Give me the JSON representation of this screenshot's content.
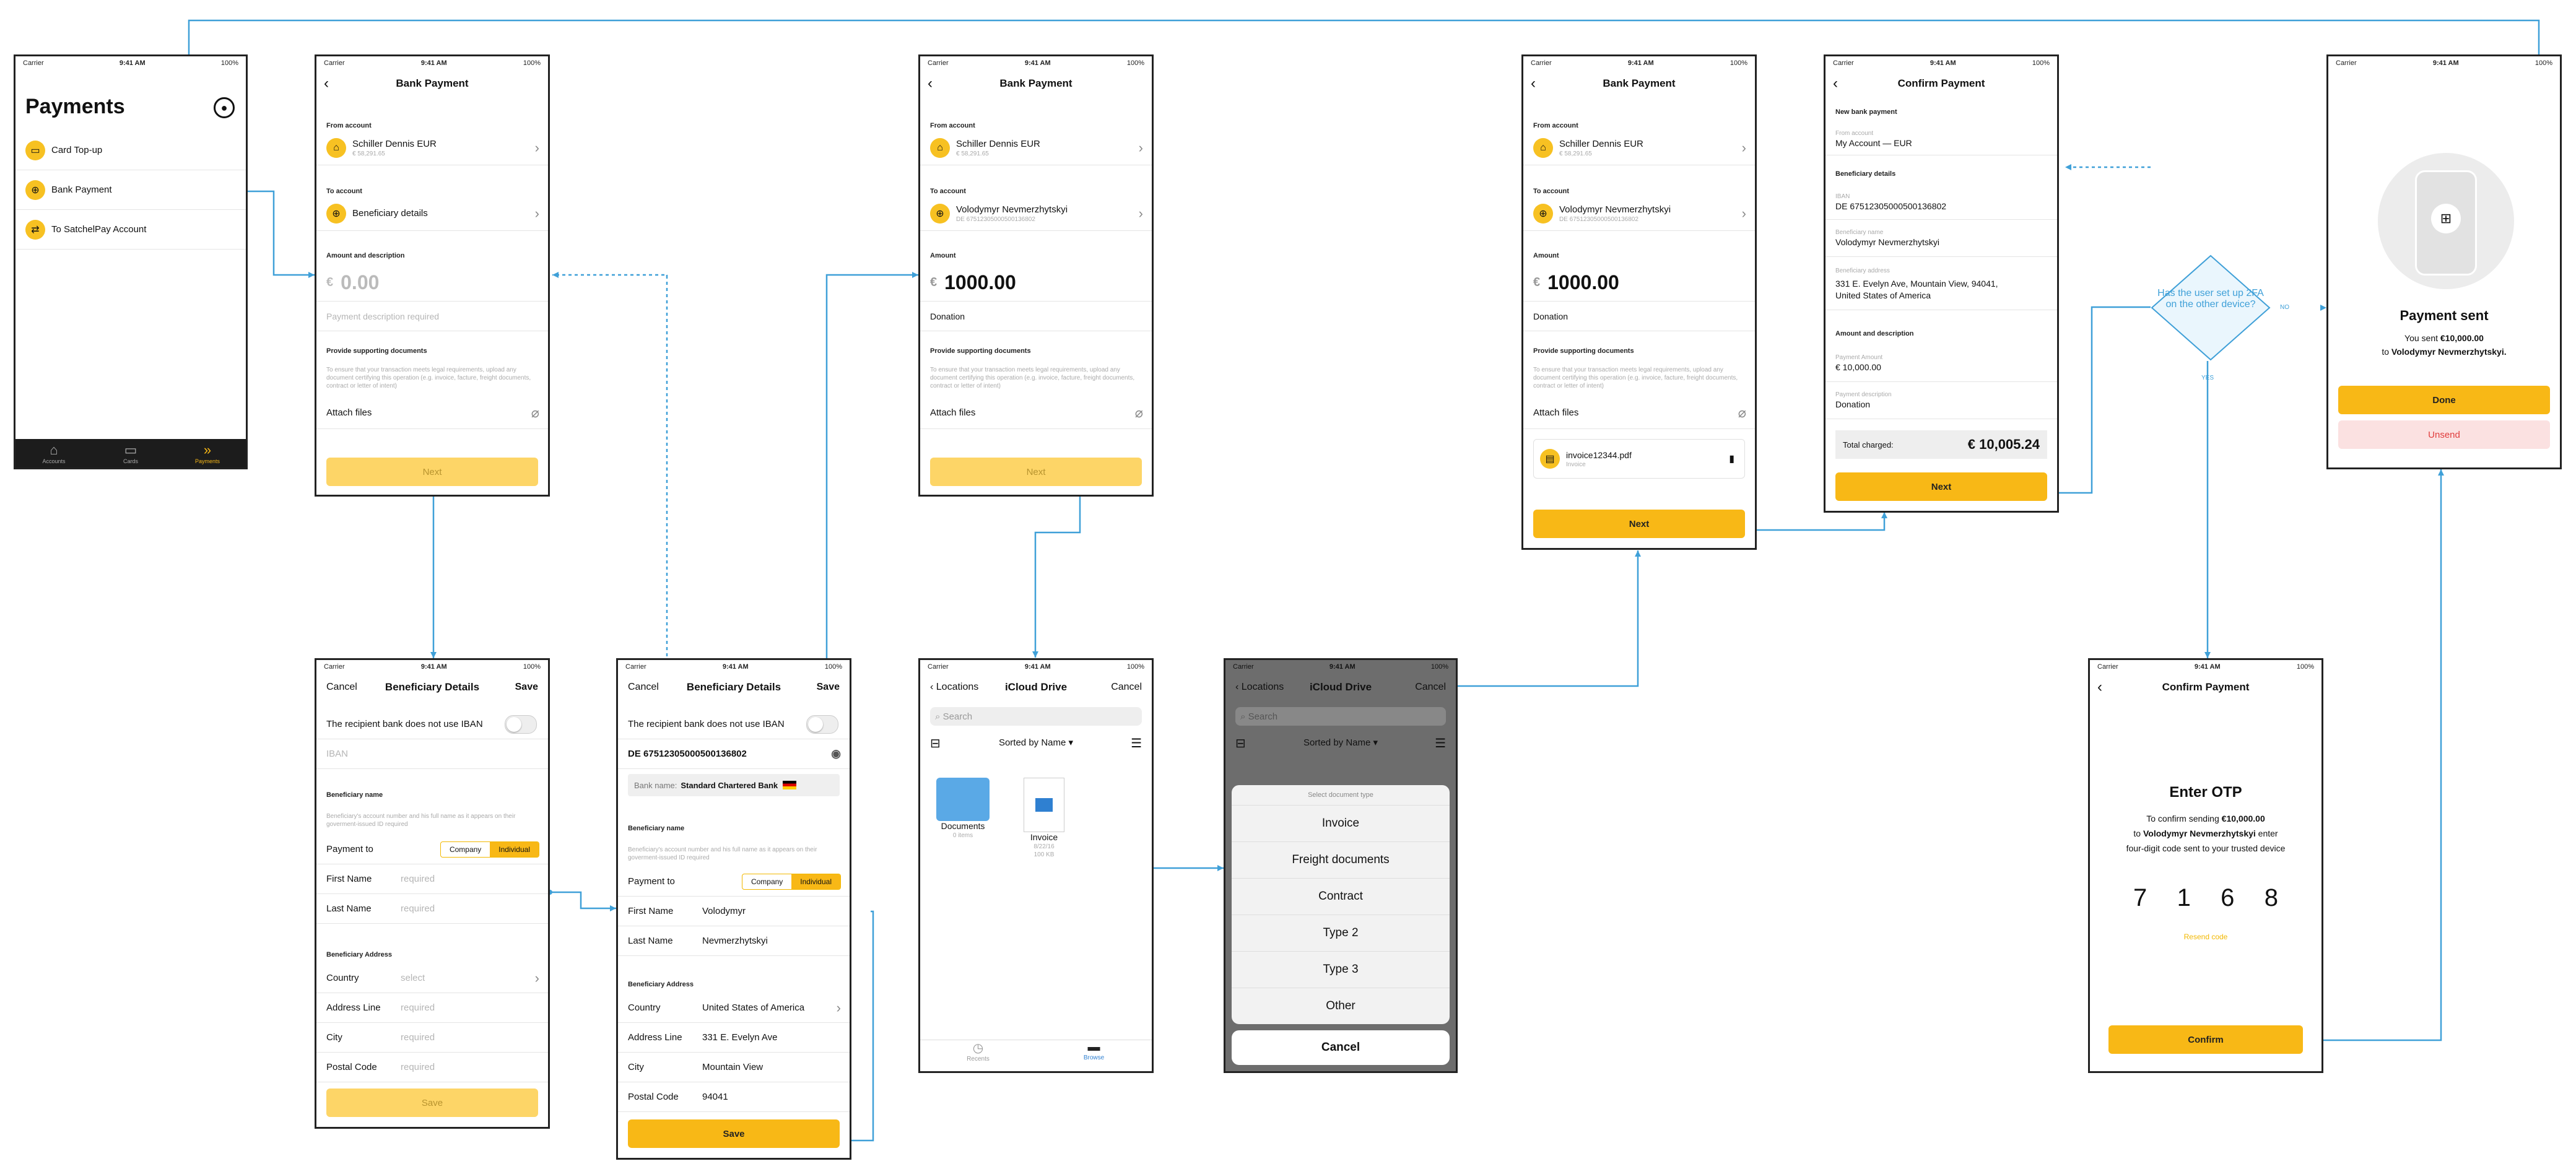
{
  "status": {
    "carrier": "Carrier",
    "time": "9:41 AM",
    "battery": "100%"
  },
  "s1": {
    "title": "Payments",
    "items": [
      "Card Top-up",
      "Bank Payment",
      "To SatchelPay Account"
    ],
    "tabs": [
      "Accounts",
      "Cards",
      "Payments"
    ]
  },
  "s2": {
    "title": "Bank Payment",
    "from_sec": "From account",
    "from_name": "Schiller Dennis EUR",
    "from_bal": "€ 58,291.65",
    "to_sec": "To account",
    "to_name": "Beneficiary details",
    "amt_sec": "Amount and description",
    "amount": "0.00",
    "desc_ph": "Payment description required",
    "docs_sec": "Provide supporting documents",
    "docs_text": "To ensure that your transaction meets legal requirements, upload any document certifying this operation (e.g. invoice, facture, freight documents, contract or letter of intent)",
    "attach": "Attach files",
    "next": "Next",
    "currency": "€"
  },
  "s3": {
    "title": "Bank Payment",
    "from_sec": "From account",
    "from_name": "Schiller Dennis EUR",
    "from_bal": "€ 58,291.65",
    "to_sec": "To account",
    "to_name": "Volodymyr Nevmerzhytskyi",
    "to_iban": "DE 67512305000500136802",
    "amt_sec": "Amount",
    "amount": "1000.00",
    "desc": "Donation",
    "docs_sec": "Provide supporting documents",
    "docs_text": "To ensure that your transaction meets legal requirements, upload any document certifying this operation (e.g. invoice, facture, freight documents, contract or letter of intent)",
    "attach": "Attach files",
    "next": "Next",
    "currency": "€"
  },
  "s4": {
    "title": "Bank Payment",
    "from_sec": "From account",
    "from_name": "Schiller Dennis EUR",
    "from_bal": "€ 58,291.65",
    "to_sec": "To account",
    "to_name": "Volodymyr Nevmerzhytskyi",
    "to_iban": "DE 67512305000500136802",
    "amt_sec": "Amount",
    "amount": "1000.00",
    "desc": "Donation",
    "docs_sec": "Provide supporting documents",
    "docs_text": "To ensure that your transaction meets legal requirements, upload any document certifying this operation (e.g. invoice, facture, freight documents, contract or letter of intent)",
    "attach": "Attach files",
    "file_name": "invoice12344.pdf",
    "file_type": "Invoice",
    "next": "Next",
    "currency": "€"
  },
  "s5": {
    "title": "Confirm Payment",
    "new_sec": "New bank payment",
    "from_lbl": "From account",
    "from_val": "My Account — EUR",
    "ben_sec": "Beneficiary details",
    "iban_lbl": "IBAN",
    "iban_val": "DE 67512305000500136802",
    "bname_lbl": "Beneficiary name",
    "bname_val": "Volodymyr Nevmerzhytskyi",
    "baddr_lbl": "Beneficiary address",
    "baddr_val": "331 E. Evelyn Ave, Mountain View, 94041, United States of America",
    "amt_sec": "Amount and description",
    "pamt_lbl": "Payment Amount",
    "pamt_val": "€ 10,000.00",
    "pdesc_lbl": "Payment description",
    "pdesc_val": "Donation",
    "total_lbl": "Total charged:",
    "total_val": "€ 10,005.24",
    "next": "Next"
  },
  "s6": {
    "title": "Payment sent",
    "line1": "You sent ",
    "amount": "€10,000.00",
    "line2": "to ",
    "name": "Volodymyr Nevmerzhytskyi.",
    "done": "Done",
    "unsend": "Unsend"
  },
  "s7": {
    "cancel": "Cancel",
    "title": "Beneficiary Details",
    "save": "Save",
    "noiban": "The recipient bank does not use IBAN",
    "iban_ph": "IBAN",
    "name_sec": "Beneficiary name",
    "name_text": "Beneficiary's account number and his full name as it appears on their goverment-issued ID required",
    "payto": "Payment to",
    "company": "Company",
    "individual": "Individual",
    "first": "First Name",
    "last": "Last Name",
    "required": "required",
    "addr_sec": "Beneficiary Address",
    "country": "Country",
    "select": "select",
    "addrline": "Address Line",
    "city": "City",
    "postal": "Postal Code",
    "save_btn": "Save"
  },
  "s8": {
    "cancel": "Cancel",
    "title": "Beneficiary Details",
    "save": "Save",
    "noiban": "The recipient bank does not use IBAN",
    "iban": "DE 67512305000500136802",
    "bank_lbl": "Bank name:",
    "bank": "Standard Chartered Bank",
    "name_sec": "Beneficiary name",
    "name_text": "Beneficiary's account number and his full name as it appears on their goverment-issued ID required",
    "payto": "Payment to",
    "company": "Company",
    "individual": "Individual",
    "first": "First Name",
    "first_val": "Volodymyr",
    "last": "Last Name",
    "last_val": "Nevmerzhytskyi",
    "addr_sec": "Beneficiary Address",
    "country": "Country",
    "country_val": "United States of America",
    "addrline": "Address Line",
    "addr_val": "331 E. Evelyn Ave",
    "city": "City",
    "city_val": "Mountain View",
    "postal": "Postal Code",
    "postal_val": "94041",
    "save_btn": "Save"
  },
  "s9": {
    "back": "Locations",
    "title": "iCloud Drive",
    "cancel": "Cancel",
    "search": "Search",
    "sort": "Sorted by Name",
    "folder": "Documents",
    "folder_sub": "0 items",
    "file": "Invoice",
    "file_date": "8/22/16",
    "file_size": "100 KB",
    "tab1": "Recents",
    "tab2": "Browse"
  },
  "s10": {
    "back": "Locations",
    "title": "iCloud Drive",
    "cancel": "Cancel",
    "search": "Search",
    "sort": "Sorted by Name",
    "sheet_title": "Select document type",
    "types": [
      "Invoice",
      "Freight documents",
      "Contract",
      "Type 2",
      "Type 3",
      "Other"
    ],
    "sheet_cancel": "Cancel"
  },
  "s11": {
    "title": "Confirm Payment",
    "heading": "Enter OTP",
    "l1": "To confirm sending ",
    "amount": "€10,000.00",
    "l2": "to ",
    "name": "Volodymyr Nevmerzhytskyi",
    "l3": " enter",
    "l4": "four-digit code sent to your trusted device",
    "d1": "7",
    "d2": "1",
    "d3": "6",
    "d4": "8",
    "resend": "Resend code",
    "confirm": "Confirm"
  },
  "decision": {
    "question": "Has the user set up 2FA on the other device?",
    "no": "NO",
    "yes": "YES"
  },
  "colors": {
    "accent": "#f8b816",
    "wire": "#3fa0d8"
  }
}
